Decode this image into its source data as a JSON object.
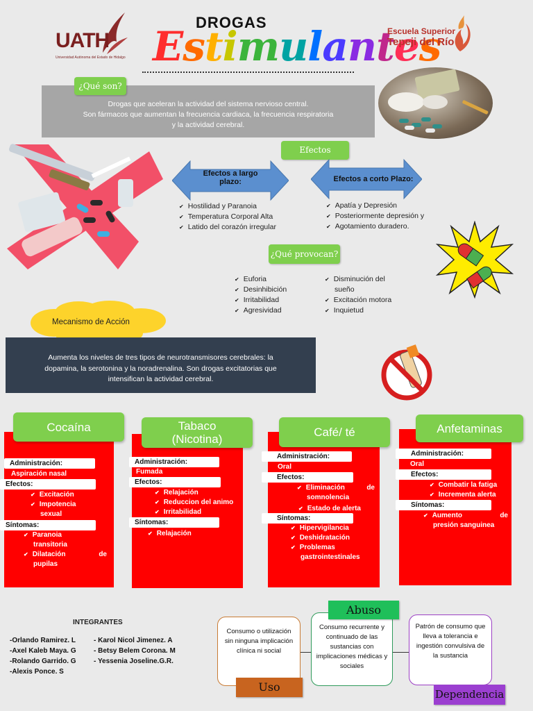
{
  "header": {
    "title_top": "DROGAS",
    "title_main": [
      "E",
      "s",
      "t",
      "i",
      "m",
      "u",
      "l",
      "a",
      "n",
      "t",
      "e",
      "s"
    ],
    "title_colors": [
      "#ff2d2d",
      "#ff6a00",
      "#ffb000",
      "#c7c700",
      "#3cb43c",
      "#00a3a3",
      "#0070ff",
      "#4b3bff",
      "#8a2be2",
      "#c0278c",
      "#ff2d55",
      "#ff6a00"
    ],
    "logo_left": "UATH",
    "logo_left_sub": "Universidad Autónoma del Estado de Hidalgo",
    "logo_right_line1": "Escuela Superior",
    "logo_right_line2": "Tepeji del Río"
  },
  "que_son": {
    "tag": "¿Qué son?",
    "line1": "Drogas que aceleran la actividad del sistema nervioso central.",
    "line2": "Son fármacos que aumentan la frecuencia cardiaca, la frecuencia respiratoria",
    "line3": "y la actividad cerebral."
  },
  "efectos": {
    "tag": "Efectos",
    "largo_label": "Efectos a largo plazo:",
    "corto_label": "Efectos a corto Plazo:",
    "largo": [
      "Hostilidad y Paranoia",
      "Temperatura Corporal Alta",
      "Latido del corazón irregular"
    ],
    "corto": [
      "Apatía y Depresión",
      "Posteriormente depresión y",
      "Agotamiento duradero."
    ]
  },
  "provocan": {
    "tag": "¿Qué provocan?",
    "left": [
      "Euforia",
      "Desinhibición",
      "Irritabilidad",
      "Agresividad"
    ],
    "right_1a": "Disminución del",
    "right_1b": "sueño",
    "right_2": "Excitación motora",
    "right_3": "Inquietud"
  },
  "mecanismo": {
    "label": "Mecanismo de Acción",
    "line1": "Aumenta los niveles de tres tipos de neurotransmisores cerebrales: la",
    "line2": "dopamina, la serotonina y la noradrenalina. Son drogas excitatorias que",
    "line3": "intensifican la actividad cerebral."
  },
  "cards": {
    "cocaina": {
      "title": "Cocaína",
      "adm_label": "Administración:",
      "adm": "Aspiración nasal",
      "ef_label": "Efectos:",
      "ef1": "Excitación",
      "ef2": "Impotencia",
      "ef2b": "sexual",
      "sin_label": "Síntomas:",
      "sin1": "Paranoia",
      "sin1b": "transitoria",
      "sin2a": "Dilatación",
      "sin2b": "de",
      "sin2c": "pupilas"
    },
    "tabaco": {
      "title1": "Tabaco",
      "title2": "(Nicotina)",
      "adm_label": "Administración:",
      "adm": "Fumada",
      "ef_label": "Efectos:",
      "ef1": "Relajación",
      "ef2": "Reduccion del animo",
      "ef3": "Irritabilidad",
      "sin_label": "Síntomas:",
      "sin1": "Relajación"
    },
    "cafe": {
      "title": "Café/ té",
      "adm_label": "Administración:",
      "adm": "Oral",
      "ef_label": "Efectos:",
      "ef1a": "Eliminación",
      "ef1b": "de",
      "ef1c": "somnolencia",
      "ef2": "Estado de alerta",
      "sin_label": "Síntomas:",
      "sin1": "Hipervigilancia",
      "sin2": "Deshidratación",
      "sin3": "Problemas",
      "sin3b": "gastrointestinales"
    },
    "anfetaminas": {
      "title": "Anfetaminas",
      "adm_label": "Administración:",
      "adm": "Oral",
      "ef_label": "Efectos:",
      "ef1": "Combatir la fatiga",
      "ef2": "Incrementa alerta",
      "sin_label": "Síntomas:",
      "sin1a": "Aumento",
      "sin1b": "de",
      "sin1c": "presión sanguinea"
    }
  },
  "integrantes": {
    "title": "INTEGRANTES",
    "col1": [
      "-Orlando Ramirez. L",
      "-Axel Kaleb Maya. G",
      "-Rolando Garrido. G",
      "-Alexis Ponce. S"
    ],
    "col2": [
      "Karol Nicol Jimenez. A",
      "Betsy Belem Corona. M",
      "Yessenia Joseline.G.R."
    ]
  },
  "diagram": {
    "uso_text": "Consumo o utilización sin ninguna implicación clínica ni social",
    "uso_tag": "Uso",
    "abuso_tag": "Abuso",
    "abuso_text": "Consumo recurrente y continuado de las sustancias con implicaciones médicas y sociales",
    "dep_text": "Patrón de consumo que lleva a tolerancia e ingestión convulsiva de la sustancia",
    "dep_tag": "Dependencia"
  }
}
